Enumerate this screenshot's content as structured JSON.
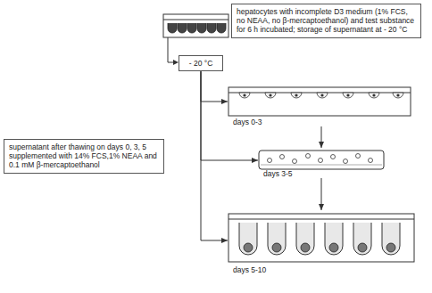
{
  "diagram": {
    "nodes": [
      {
        "text": [
          "hepatocytes with incomplete D3 medium (1% FCS, no NEAA, no β-mercaptoethanol) and test substance for 6 h incubated; storage of supernatant at - 20 °C"
        ]
      },
      {
        "text": [
          "- 20 °C"
        ]
      },
      {
        "text": [
          "supernatant after thawing on days 0, 3, 5 supplemented with 14% FCS,1% NEAA and 0.1 mM β-mercaptoethanol"
        ]
      },
      {
        "text": [
          "days 0-3"
        ]
      },
      {
        "text": [
          "days 3-5"
        ]
      },
      {
        "text": [
          "days 5-10"
        ]
      }
    ],
    "edges": [
      {
        "from": 1,
        "to": 3,
        "arrow": "to"
      },
      {
        "from": 1,
        "to": 4,
        "arrow": "to"
      },
      {
        "from": 1,
        "to": 5,
        "arrow": "to"
      },
      {
        "from": 3,
        "to": 4,
        "arrow": "to"
      },
      {
        "from": 4,
        "to": 5,
        "arrow": "to"
      }
    ]
  }
}
